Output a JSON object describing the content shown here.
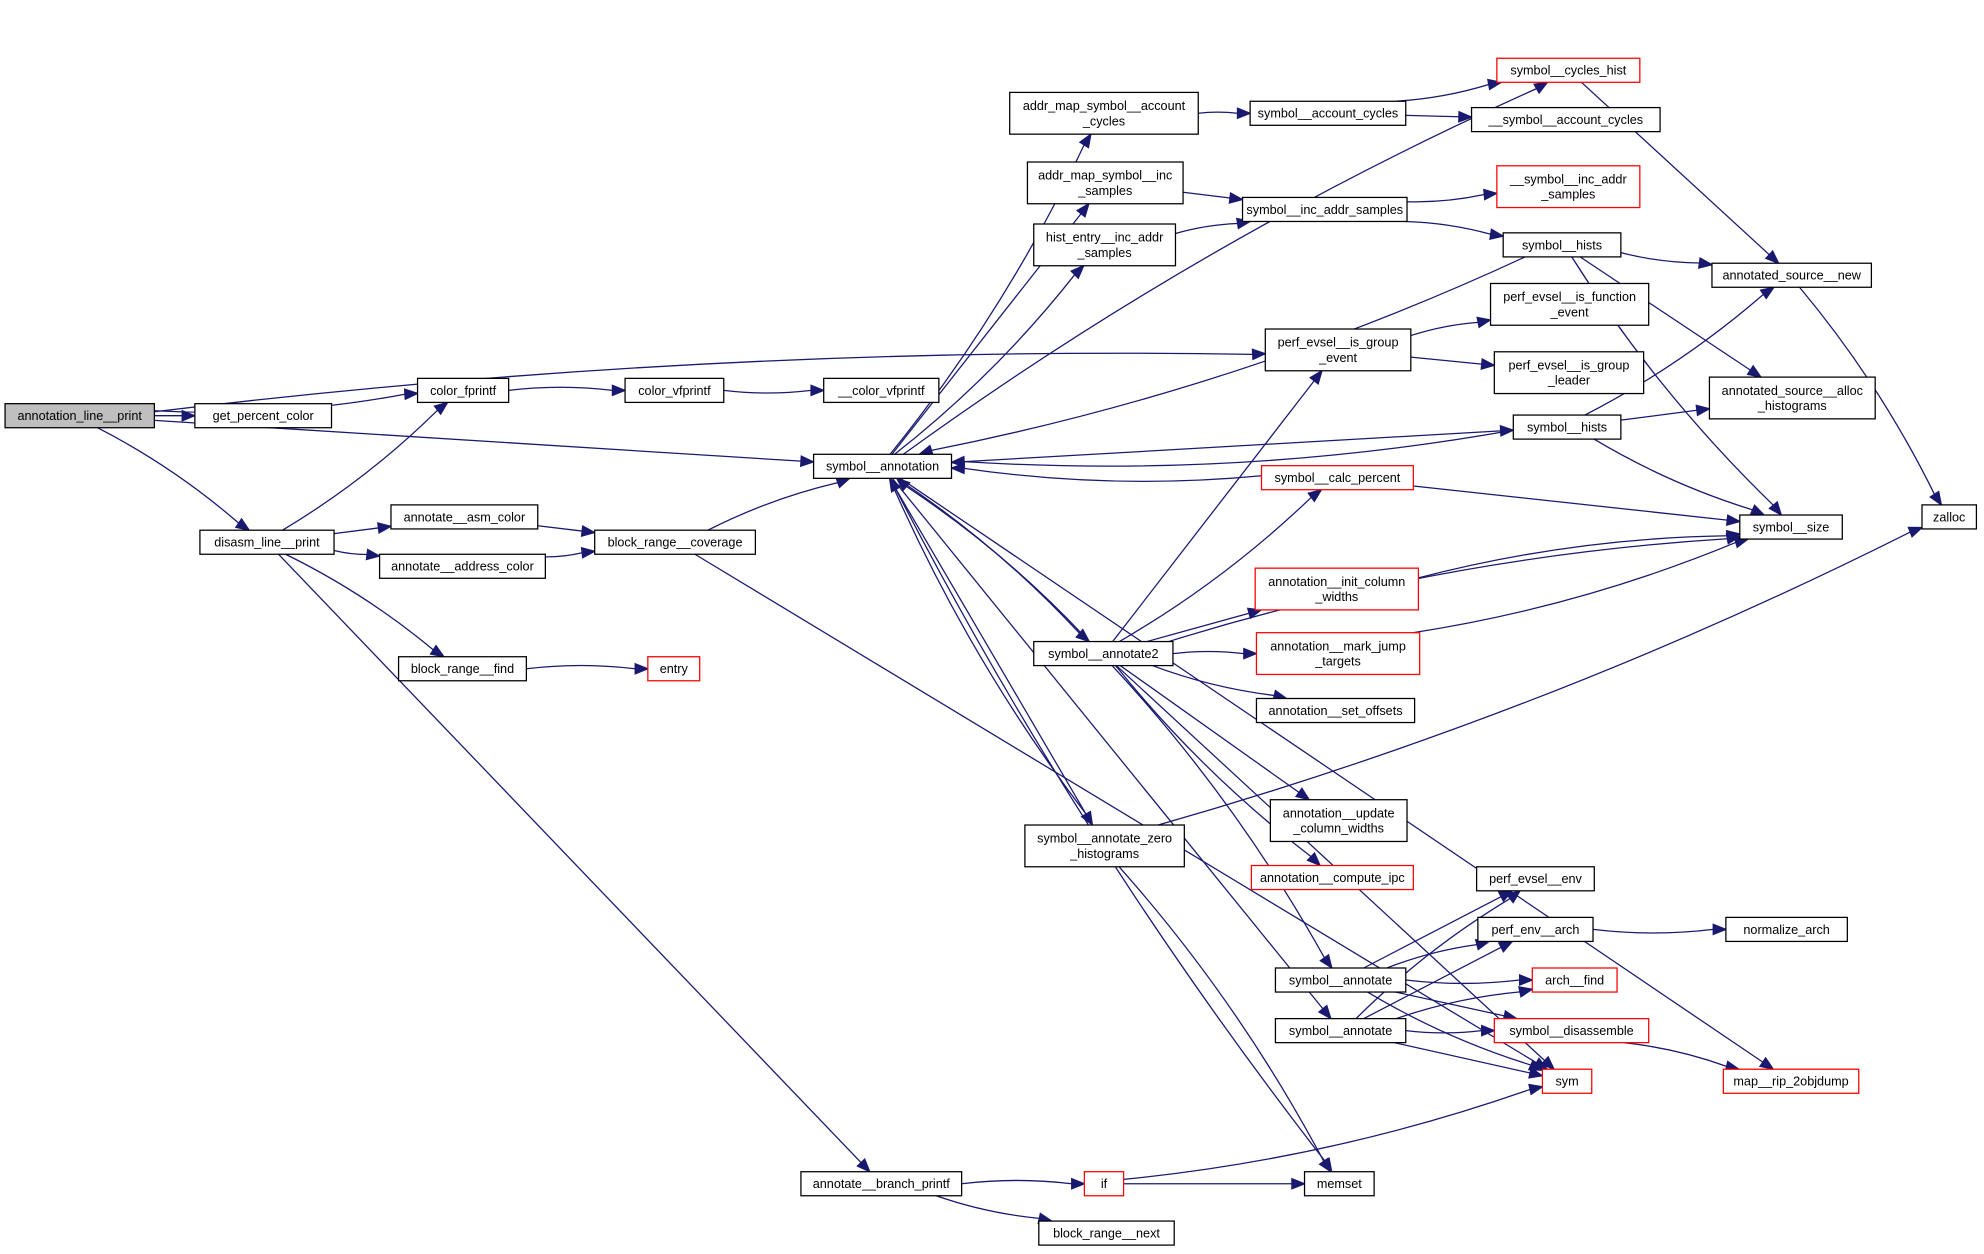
{
  "title": "Call graph for annotation_line__print",
  "colors": {
    "edge": "#191970",
    "node_border": "#000000",
    "missing_node_border": "#ff0000",
    "root_fill": "#bfbfbf"
  },
  "nodes": [
    {
      "id": "annotation_line__print",
      "lines": [
        "annotation_line__print"
      ],
      "kind": "root"
    },
    {
      "id": "get_percent_color",
      "lines": [
        "get_percent_color"
      ],
      "kind": "normal"
    },
    {
      "id": "disasm_line__print",
      "lines": [
        "disasm_line__print"
      ],
      "kind": "normal"
    },
    {
      "id": "color_fprintf",
      "lines": [
        "color_fprintf"
      ],
      "kind": "normal"
    },
    {
      "id": "color_vfprintf",
      "lines": [
        "color_vfprintf"
      ],
      "kind": "normal"
    },
    {
      "id": "__color_vfprintf",
      "lines": [
        "__color_vfprintf"
      ],
      "kind": "normal"
    },
    {
      "id": "annotate__asm_color",
      "lines": [
        "annotate__asm_color"
      ],
      "kind": "normal"
    },
    {
      "id": "annotate__address_color",
      "lines": [
        "annotate__address_color"
      ],
      "kind": "normal"
    },
    {
      "id": "block_range__coverage",
      "lines": [
        "block_range__coverage"
      ],
      "kind": "normal"
    },
    {
      "id": "block_range__find",
      "lines": [
        "block_range__find"
      ],
      "kind": "normal"
    },
    {
      "id": "entry",
      "lines": [
        "entry"
      ],
      "kind": "missing"
    },
    {
      "id": "symbol__annotation",
      "lines": [
        "symbol__annotation"
      ],
      "kind": "normal"
    },
    {
      "id": "addr_map_symbol__account_cycles",
      "lines": [
        "addr_map_symbol__account",
        "_cycles"
      ],
      "kind": "normal"
    },
    {
      "id": "addr_map_symbol__inc_samples",
      "lines": [
        "addr_map_symbol__inc",
        "_samples"
      ],
      "kind": "normal"
    },
    {
      "id": "hist_entry__inc_addr_samples",
      "lines": [
        "hist_entry__inc_addr",
        "_samples"
      ],
      "kind": "normal"
    },
    {
      "id": "symbol__account_cycles",
      "lines": [
        "symbol__account_cycles"
      ],
      "kind": "normal"
    },
    {
      "id": "symbol__inc_addr_samples",
      "lines": [
        "symbol__inc_addr_samples"
      ],
      "kind": "normal"
    },
    {
      "id": "symbol__cycles_hist",
      "lines": [
        "symbol__cycles_hist"
      ],
      "kind": "missing"
    },
    {
      "id": "__symbol__account_cycles",
      "lines": [
        "__symbol__account_cycles"
      ],
      "kind": "normal"
    },
    {
      "id": "__symbol__inc_addr_samples",
      "lines": [
        "__symbol__inc_addr",
        "_samples"
      ],
      "kind": "missing"
    },
    {
      "id": "symbol__hists_a",
      "lines": [
        "symbol__hists"
      ],
      "kind": "normal"
    },
    {
      "id": "perf_evsel__is_group_event",
      "lines": [
        "perf_evsel__is_group",
        "_event"
      ],
      "kind": "normal"
    },
    {
      "id": "perf_evsel__is_function_event",
      "lines": [
        "perf_evsel__is_function",
        "_event"
      ],
      "kind": "normal"
    },
    {
      "id": "perf_evsel__is_group_leader",
      "lines": [
        "perf_evsel__is_group",
        "_leader"
      ],
      "kind": "normal"
    },
    {
      "id": "symbol__hists_b",
      "lines": [
        "symbol__hists"
      ],
      "kind": "normal"
    },
    {
      "id": "symbol__calc_percent",
      "lines": [
        "symbol__calc_percent"
      ],
      "kind": "missing"
    },
    {
      "id": "annotated_source__new",
      "lines": [
        "annotated_source__new"
      ],
      "kind": "normal"
    },
    {
      "id": "annotated_source__alloc_histograms",
      "lines": [
        "annotated_source__alloc",
        "_histograms"
      ],
      "kind": "normal"
    },
    {
      "id": "symbol__size",
      "lines": [
        "symbol__size"
      ],
      "kind": "normal"
    },
    {
      "id": "zalloc",
      "lines": [
        "zalloc"
      ],
      "kind": "normal"
    },
    {
      "id": "symbol__annotate2",
      "lines": [
        "symbol__annotate2"
      ],
      "kind": "normal"
    },
    {
      "id": "annotation__init_column_widths",
      "lines": [
        "annotation__init_column",
        "_widths"
      ],
      "kind": "missing"
    },
    {
      "id": "annotation__mark_jump_targets",
      "lines": [
        "annotation__mark_jump",
        "_targets"
      ],
      "kind": "missing"
    },
    {
      "id": "annotation__set_offsets",
      "lines": [
        "annotation__set_offsets"
      ],
      "kind": "normal"
    },
    {
      "id": "annotation__update_column_widths",
      "lines": [
        "annotation__update",
        "_column_widths"
      ],
      "kind": "normal"
    },
    {
      "id": "annotation__compute_ipc",
      "lines": [
        "annotation__compute_ipc"
      ],
      "kind": "missing"
    },
    {
      "id": "symbol__annotate_zero_histograms",
      "lines": [
        "symbol__annotate_zero",
        "_histograms"
      ],
      "kind": "normal"
    },
    {
      "id": "perf_evsel__env",
      "lines": [
        "perf_evsel__env"
      ],
      "kind": "normal"
    },
    {
      "id": "perf_env__arch",
      "lines": [
        "perf_env__arch"
      ],
      "kind": "normal"
    },
    {
      "id": "normalize_arch",
      "lines": [
        "normalize_arch"
      ],
      "kind": "normal"
    },
    {
      "id": "symbol__annotate_a",
      "lines": [
        "symbol__annotate"
      ],
      "kind": "normal"
    },
    {
      "id": "symbol__annotate_b",
      "lines": [
        "symbol__annotate"
      ],
      "kind": "normal"
    },
    {
      "id": "arch__find",
      "lines": [
        "arch__find"
      ],
      "kind": "missing"
    },
    {
      "id": "symbol__disassemble",
      "lines": [
        "symbol__disassemble"
      ],
      "kind": "missing"
    },
    {
      "id": "sym",
      "lines": [
        "sym"
      ],
      "kind": "missing"
    },
    {
      "id": "map__rip_2objdump",
      "lines": [
        "map__rip_2objdump"
      ],
      "kind": "missing"
    },
    {
      "id": "annotate__branch_printf",
      "lines": [
        "annotate__branch_printf"
      ],
      "kind": "normal"
    },
    {
      "id": "if",
      "lines": [
        "if"
      ],
      "kind": "missing"
    },
    {
      "id": "memset",
      "lines": [
        "memset"
      ],
      "kind": "normal"
    },
    {
      "id": "block_range__next",
      "lines": [
        "block_range__next"
      ],
      "kind": "normal"
    }
  ],
  "edges": [
    [
      "annotation_line__print",
      "get_percent_color"
    ],
    [
      "annotation_line__print",
      "color_fprintf"
    ],
    [
      "annotation_line__print",
      "perf_evsel__is_group_event"
    ],
    [
      "annotation_line__print",
      "symbol__annotation"
    ],
    [
      "annotation_line__print",
      "disasm_line__print"
    ],
    [
      "disasm_line__print",
      "color_fprintf"
    ],
    [
      "disasm_line__print",
      "annotate__asm_color"
    ],
    [
      "disasm_line__print",
      "annotate__address_color"
    ],
    [
      "disasm_line__print",
      "block_range__find"
    ],
    [
      "disasm_line__print",
      "annotate__branch_printf"
    ],
    [
      "color_fprintf",
      "color_vfprintf"
    ],
    [
      "color_vfprintf",
      "__color_vfprintf"
    ],
    [
      "annotate__asm_color",
      "block_range__coverage"
    ],
    [
      "annotate__address_color",
      "block_range__coverage"
    ],
    [
      "block_range__coverage",
      "symbol__annotation"
    ],
    [
      "block_range__coverage",
      "sym"
    ],
    [
      "block_range__find",
      "entry"
    ],
    [
      "symbol__annotation",
      "addr_map_symbol__account_cycles"
    ],
    [
      "symbol__annotation",
      "addr_map_symbol__inc_samples"
    ],
    [
      "symbol__annotation",
      "hist_entry__inc_addr_samples"
    ],
    [
      "symbol__annotation",
      "symbol__cycles_hist"
    ],
    [
      "symbol__annotation",
      "symbol__hists_b"
    ],
    [
      "symbol__annotation",
      "symbol__annotate2"
    ],
    [
      "symbol__annotation",
      "symbol__annotate_zero_histograms"
    ],
    [
      "symbol__annotation",
      "symbol__annotate_b"
    ],
    [
      "symbol__annotation",
      "memset"
    ],
    [
      "addr_map_symbol__account_cycles",
      "symbol__account_cycles"
    ],
    [
      "addr_map_symbol__inc_samples",
      "symbol__inc_addr_samples"
    ],
    [
      "hist_entry__inc_addr_samples",
      "symbol__inc_addr_samples"
    ],
    [
      "symbol__account_cycles",
      "symbol__cycles_hist"
    ],
    [
      "symbol__account_cycles",
      "__symbol__account_cycles"
    ],
    [
      "symbol__inc_addr_samples",
      "__symbol__inc_addr_samples"
    ],
    [
      "symbol__inc_addr_samples",
      "symbol__hists_a"
    ],
    [
      "symbol__cycles_hist",
      "annotated_source__new"
    ],
    [
      "symbol__hists_a",
      "symbol__annotation"
    ],
    [
      "symbol__hists_a",
      "annotated_source__new"
    ],
    [
      "symbol__hists_a",
      "annotated_source__alloc_histograms"
    ],
    [
      "symbol__hists_a",
      "symbol__size"
    ],
    [
      "perf_evsel__is_group_event",
      "perf_evsel__is_function_event"
    ],
    [
      "perf_evsel__is_group_event",
      "perf_evsel__is_group_leader"
    ],
    [
      "symbol__hists_b",
      "symbol__annotation"
    ],
    [
      "symbol__hists_b",
      "annotated_source__new"
    ],
    [
      "symbol__hists_b",
      "annotated_source__alloc_histograms"
    ],
    [
      "symbol__hists_b",
      "symbol__size"
    ],
    [
      "symbol__calc_percent",
      "symbol__annotation"
    ],
    [
      "symbol__calc_percent",
      "symbol__size"
    ],
    [
      "annotated_source__new",
      "zalloc"
    ],
    [
      "symbol__annotate2",
      "symbol__annotation"
    ],
    [
      "symbol__annotate2",
      "perf_evsel__is_group_event"
    ],
    [
      "symbol__annotate2",
      "symbol__calc_percent"
    ],
    [
      "symbol__annotate2",
      "symbol__size"
    ],
    [
      "symbol__annotate2",
      "annotation__init_column_widths"
    ],
    [
      "symbol__annotate2",
      "annotation__mark_jump_targets"
    ],
    [
      "symbol__annotate2",
      "annotation__set_offsets"
    ],
    [
      "symbol__annotate2",
      "annotation__update_column_widths"
    ],
    [
      "symbol__annotate2",
      "annotation__compute_ipc"
    ],
    [
      "symbol__annotate2",
      "symbol__annotate_a"
    ],
    [
      "symbol__annotate2",
      "sym"
    ],
    [
      "annotation__init_column_widths",
      "symbol__size"
    ],
    [
      "annotation__mark_jump_targets",
      "symbol__size"
    ],
    [
      "symbol__annotate_zero_histograms",
      "symbol__annotation"
    ],
    [
      "symbol__annotate_zero_histograms",
      "zalloc"
    ],
    [
      "symbol__annotate_zero_histograms",
      "memset"
    ],
    [
      "symbol__annotate_a",
      "perf_evsel__env"
    ],
    [
      "symbol__annotate_a",
      "perf_env__arch"
    ],
    [
      "symbol__annotate_a",
      "arch__find"
    ],
    [
      "symbol__annotate_a",
      "symbol__disassemble"
    ],
    [
      "symbol__annotate_a",
      "sym"
    ],
    [
      "symbol__annotate_b",
      "perf_evsel__env"
    ],
    [
      "symbol__annotate_b",
      "perf_env__arch"
    ],
    [
      "symbol__annotate_b",
      "arch__find"
    ],
    [
      "symbol__annotate_b",
      "symbol__disassemble"
    ],
    [
      "symbol__annotate_b",
      "sym"
    ],
    [
      "perf_env__arch",
      "normalize_arch"
    ],
    [
      "symbol__disassemble",
      "map__rip_2objdump"
    ],
    [
      "symbol__annotation",
      "map__rip_2objdump"
    ],
    [
      "annotate__branch_printf",
      "if"
    ],
    [
      "annotate__branch_printf",
      "block_range__next"
    ],
    [
      "if",
      "memset"
    ],
    [
      "if",
      "sym"
    ]
  ]
}
